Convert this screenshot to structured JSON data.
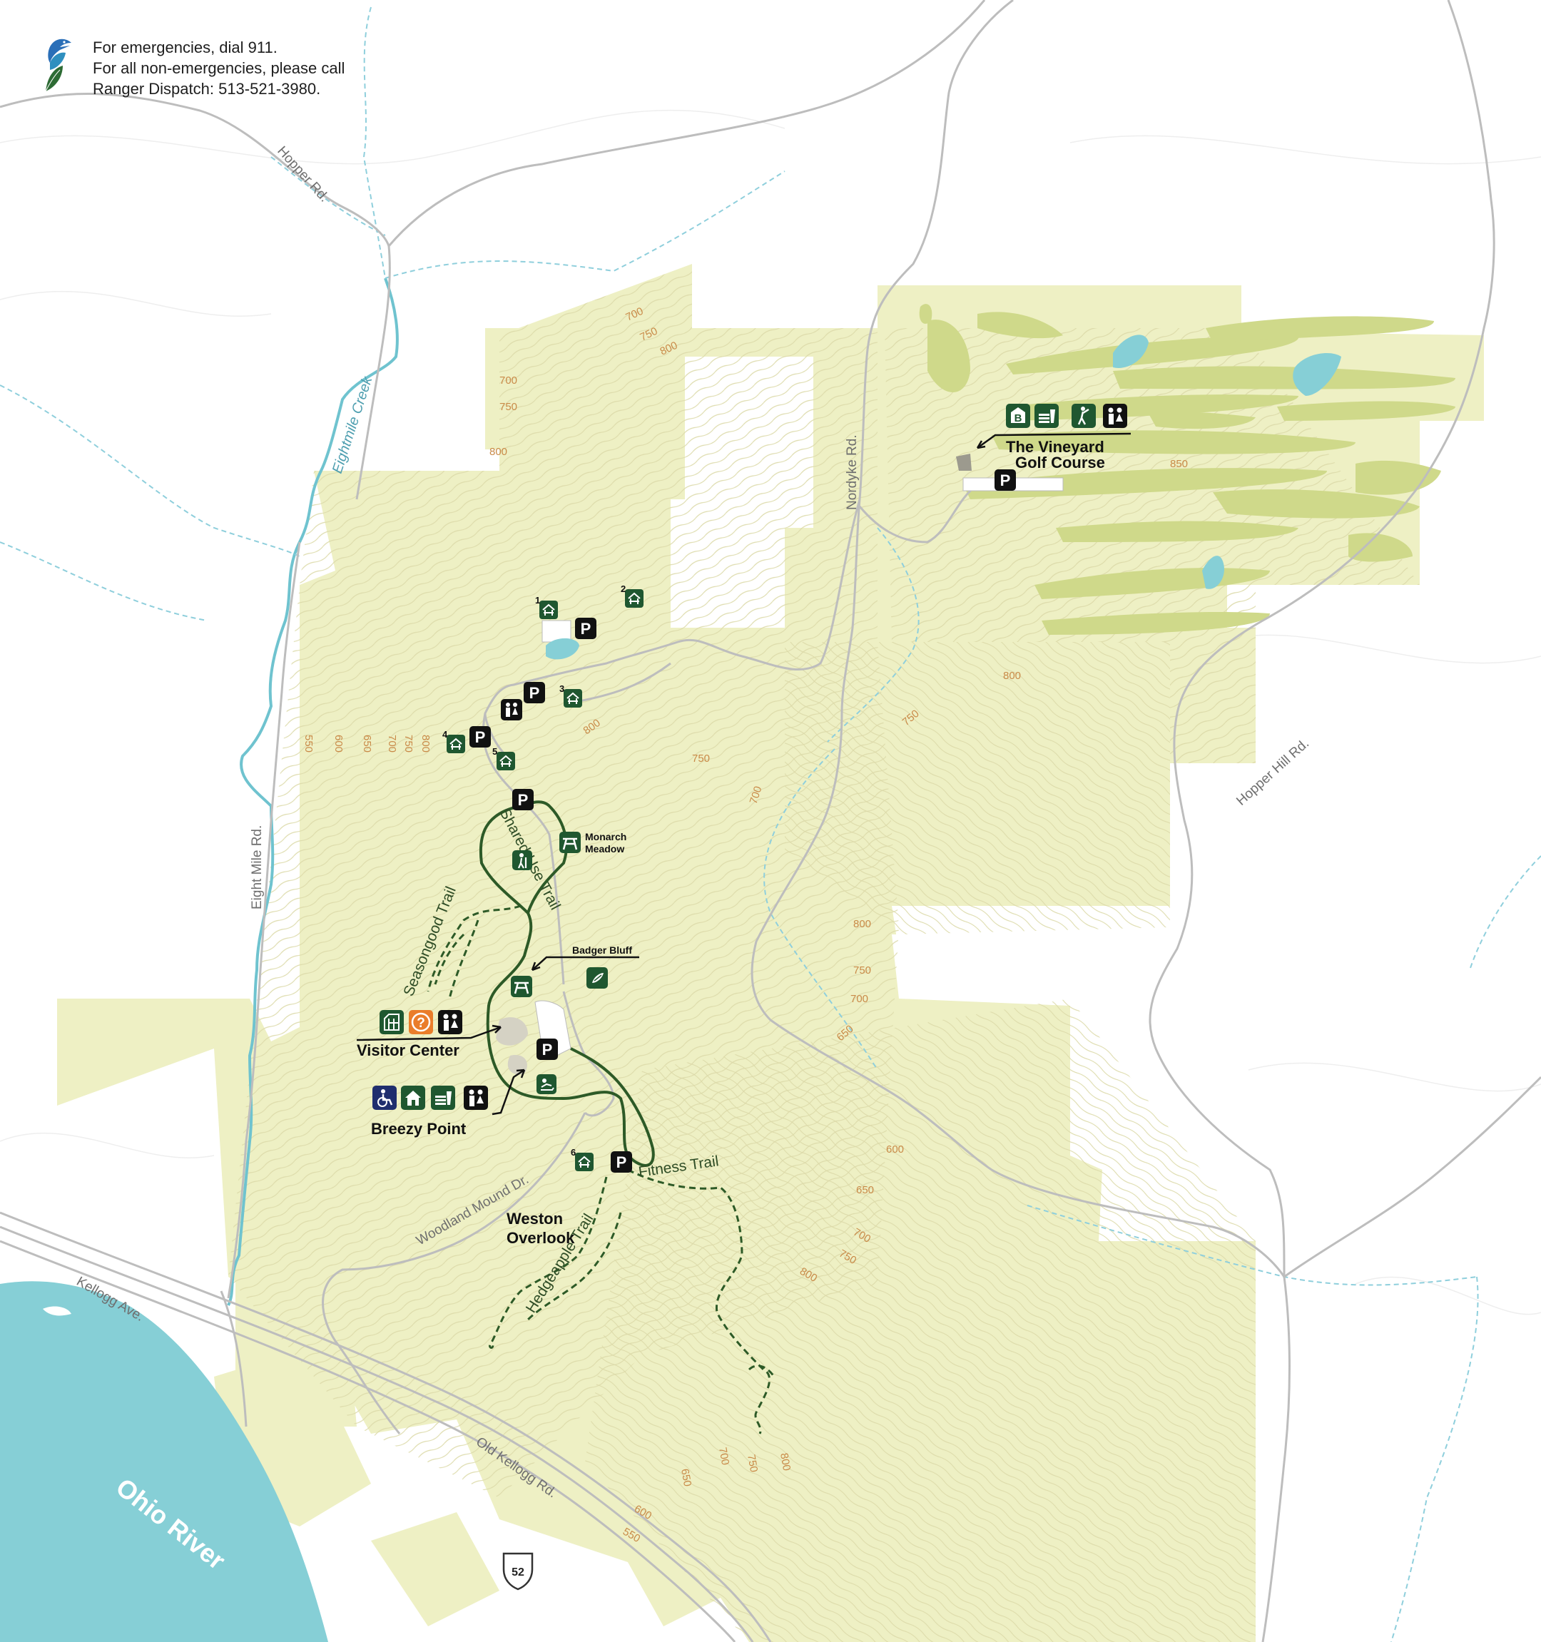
{
  "notice": {
    "line1": "For emergencies, dial 911.",
    "line2": "For all non-emergencies, please call",
    "line3": "Ranger Dispatch: 513-521-3980."
  },
  "roads": {
    "hopper_rd": "Hopper Rd.",
    "nordyke_rd": "Nordyke Rd.",
    "hopper_hill_rd": "Hopper Hill Rd.",
    "eight_mile_rd": "Eight Mile Rd.",
    "woodland_mound_dr": "Woodland Mound Dr.",
    "kellogg_ave": "Kellogg Ave.",
    "old_kellogg_rd": "Old Kellogg Rd.",
    "route_shield": "52"
  },
  "water": {
    "creek": "Eightmile Creek",
    "river": "Ohio River"
  },
  "trails": {
    "shared_use": "Shared-Use Trail",
    "seasongood": "Seasongood Trail",
    "fitness": "Fitness Trail",
    "hedgeapple": "Hedgeapple Trail"
  },
  "places": {
    "golf_course_line1": "The Vineyard",
    "golf_course_line2": "Golf Course",
    "visitor_center": "Visitor Center",
    "breezy_point": "Breezy Point",
    "weston_line1": "Weston",
    "weston_line2": "Overlook",
    "monarch_line1": "Monarch",
    "monarch_line2": "Meadow",
    "badger_bluff": "Badger Bluff"
  },
  "shelters": [
    "1",
    "2",
    "3",
    "4",
    "5",
    "6"
  ],
  "parking_symbol": "P",
  "info_symbol": "?",
  "beverage_symbol": "B",
  "contour_labels": {
    "c550": "550",
    "c600": "600",
    "c650": "650",
    "c700": "700",
    "c750": "750",
    "c800": "800",
    "c850": "850"
  },
  "colors": {
    "park": "#eef0c4",
    "fairway": "#cfd98a",
    "water": "#86cfd6",
    "trail": "#2d5a27",
    "icon_green": "#1f5730",
    "icon_orange": "#ea7d2a",
    "icon_navy": "#1f2e6e",
    "contour": "#d8d6a8",
    "road": "#c4c4c4"
  }
}
